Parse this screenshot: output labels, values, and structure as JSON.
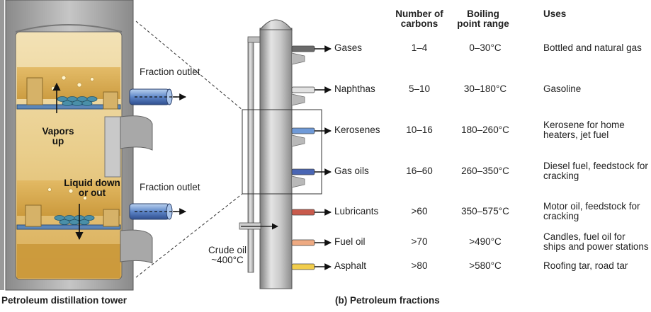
{
  "left_panel": {
    "caption": "Petroleum distillation tower",
    "fraction_outlet_top": "Fraction outlet",
    "fraction_outlet_bottom": "Fraction outlet",
    "vapors_up": "Vapors up",
    "liquid_down": "Liquid down or out"
  },
  "right_panel": {
    "caption": "(b) Petroleum fractions",
    "crude_oil": "Crude oil ~400°C",
    "headers": {
      "carbons": "Number of carbons",
      "boiling": "Boiling point range",
      "uses": "Uses"
    },
    "fractions": [
      {
        "name": "Gases",
        "carbons": "1–4",
        "boiling": "0–30°C",
        "uses": "Bottled and natural gas",
        "color": "#6a6a6a"
      },
      {
        "name": "Naphthas",
        "carbons": "5–10",
        "boiling": "30–180°C",
        "uses": "Gasoline",
        "color": "#e2e2e2"
      },
      {
        "name": "Kerosenes",
        "carbons": "10–16",
        "boiling": "180–260°C",
        "uses": "Kerosene for home heaters, jet fuel",
        "color": "#6f9ad8"
      },
      {
        "name": "Gas oils",
        "carbons": "16–60",
        "boiling": "260–350°C",
        "uses": "Diesel fuel, feedstock for cracking",
        "color": "#4a66b4"
      },
      {
        "name": "Lubricants",
        "carbons": ">60",
        "boiling": "350–575°C",
        "uses": "Motor oil, feedstock for cracking",
        "color": "#c85a4c"
      },
      {
        "name": "Fuel oil",
        "carbons": ">70",
        "boiling": ">490°C",
        "uses": "Candles, fuel oil for ships and power stations",
        "color": "#eeaa82"
      },
      {
        "name": "Asphalt",
        "carbons": ">80",
        "boiling": ">580°C",
        "uses": "Roofing tar, road tar",
        "color": "#f1cd4c"
      }
    ]
  }
}
